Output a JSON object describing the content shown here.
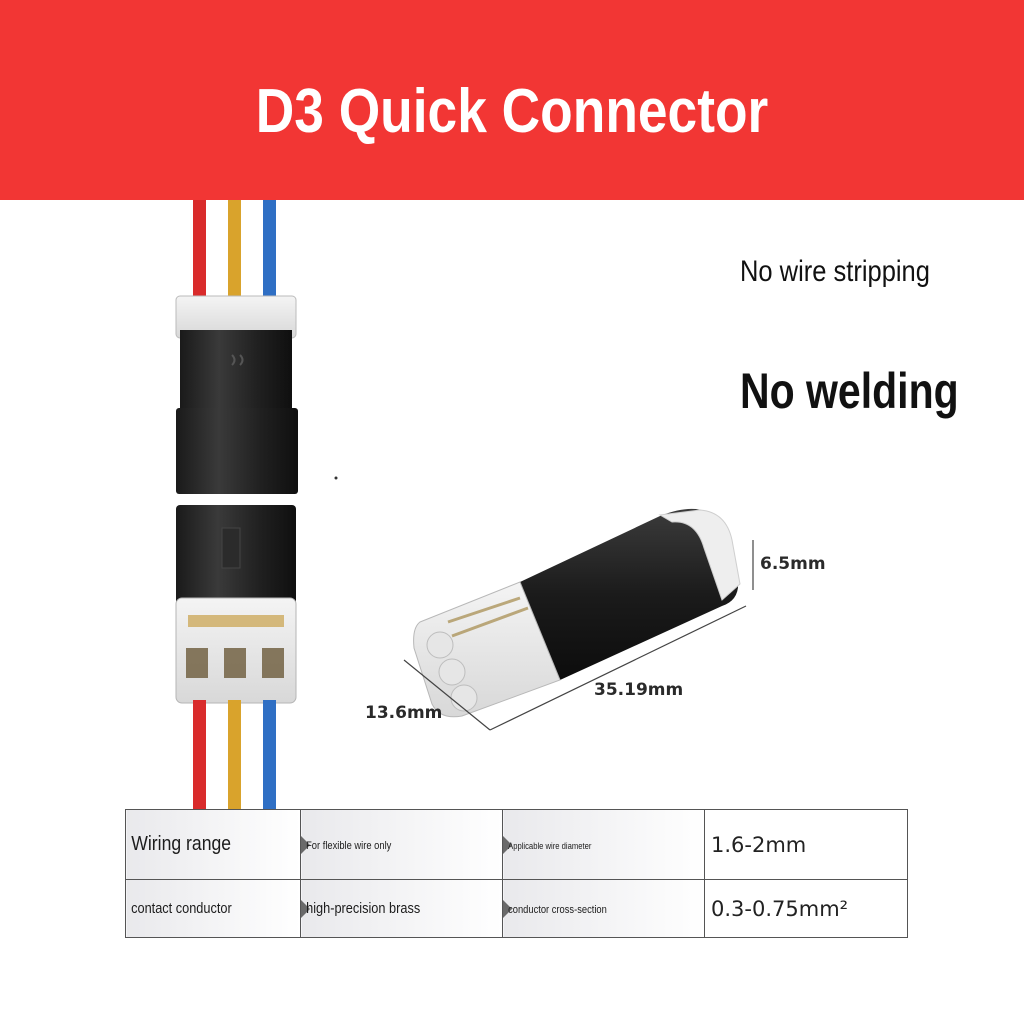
{
  "banner": {
    "title": "D3 Quick Connector",
    "color": "#f23634"
  },
  "features": [
    "No wire stripping",
    "No welding"
  ],
  "dimensions": {
    "height": "6.5mm",
    "length": "35.19mm",
    "width": "13.6mm"
  },
  "wire_colors": [
    "#d92b2b",
    "#d9a32c",
    "#2f6fc4"
  ],
  "spec_table": {
    "rows": [
      [
        "Wiring range",
        "For flexible wire only",
        "Applicable wire diameter",
        "1.6-2mm"
      ],
      [
        "contact conductor",
        "high-precision brass",
        "conductor cross-section",
        "0.3-0.75mm²"
      ]
    ]
  }
}
